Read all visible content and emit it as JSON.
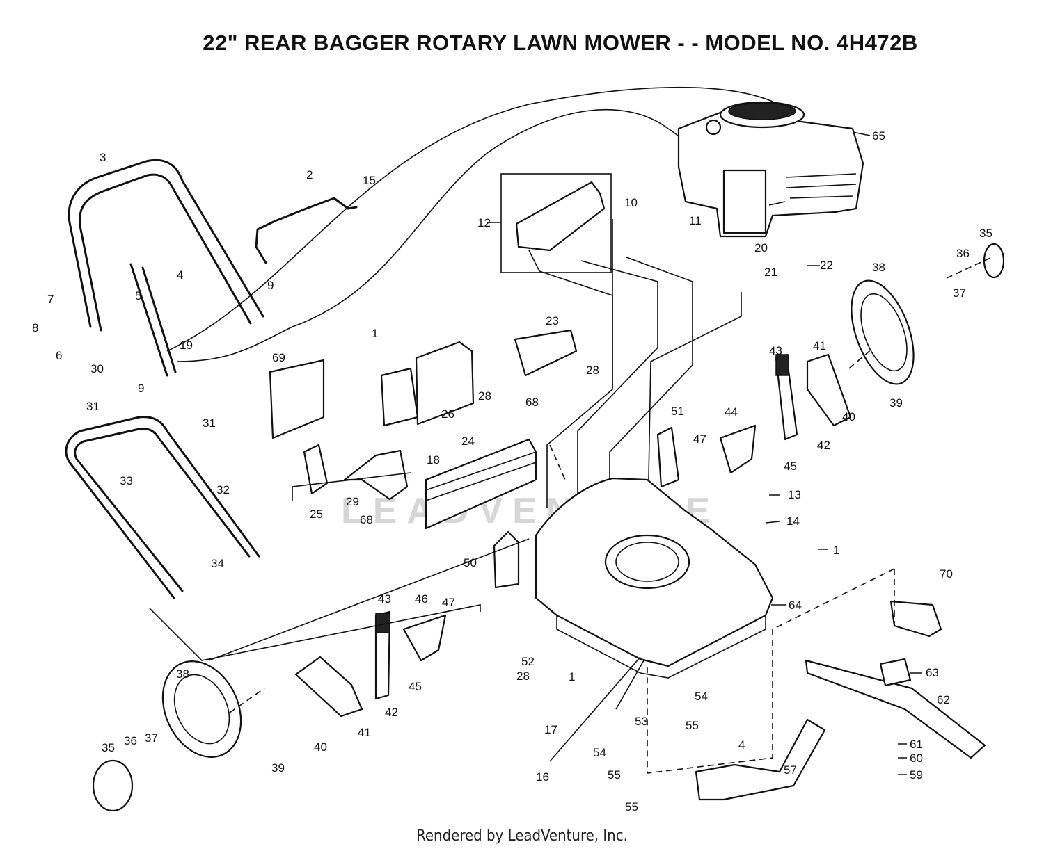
{
  "title": "22\" REAR BAGGER ROTARY LAWN MOWER - - MODEL NO. 4H472B",
  "footer": "Rendered by LeadVenture, Inc.",
  "watermark": "LEADVENTURE",
  "callouts": [
    {
      "id": "c65",
      "label": "65"
    },
    {
      "id": "c3",
      "label": "3"
    },
    {
      "id": "c2",
      "label": "2"
    },
    {
      "id": "c15",
      "label": "15"
    },
    {
      "id": "c10",
      "label": "10"
    },
    {
      "id": "c11",
      "label": "11"
    },
    {
      "id": "c12",
      "label": "12"
    },
    {
      "id": "c35a",
      "label": "35"
    },
    {
      "id": "c20",
      "label": "20"
    },
    {
      "id": "c22",
      "label": "22"
    },
    {
      "id": "c21",
      "label": "21"
    },
    {
      "id": "c36a",
      "label": "36"
    },
    {
      "id": "c38a",
      "label": "38"
    },
    {
      "id": "c37a",
      "label": "37"
    },
    {
      "id": "c4a",
      "label": "4"
    },
    {
      "id": "c9a",
      "label": "9"
    },
    {
      "id": "c5",
      "label": "5"
    },
    {
      "id": "c7",
      "label": "7"
    },
    {
      "id": "c8",
      "label": "8"
    },
    {
      "id": "c6",
      "label": "6"
    },
    {
      "id": "c19",
      "label": "19"
    },
    {
      "id": "c30",
      "label": "30"
    },
    {
      "id": "c9b",
      "label": "9"
    },
    {
      "id": "c23",
      "label": "23"
    },
    {
      "id": "c1a",
      "label": "1"
    },
    {
      "id": "c28a",
      "label": "28"
    },
    {
      "id": "c28b",
      "label": "28"
    },
    {
      "id": "c69",
      "label": "69"
    },
    {
      "id": "c26",
      "label": "26"
    },
    {
      "id": "c43a",
      "label": "43"
    },
    {
      "id": "c41a",
      "label": "41"
    },
    {
      "id": "c39a",
      "label": "39"
    },
    {
      "id": "c40a",
      "label": "40"
    },
    {
      "id": "c31a",
      "label": "31"
    },
    {
      "id": "c31b",
      "label": "31"
    },
    {
      "id": "c68a",
      "label": "68"
    },
    {
      "id": "c51",
      "label": "51"
    },
    {
      "id": "c44",
      "label": "44"
    },
    {
      "id": "c47a",
      "label": "47"
    },
    {
      "id": "c42a",
      "label": "42"
    },
    {
      "id": "c45a",
      "label": "45"
    },
    {
      "id": "c18",
      "label": "18"
    },
    {
      "id": "c24",
      "label": "24"
    },
    {
      "id": "c33",
      "label": "33"
    },
    {
      "id": "c32",
      "label": "32"
    },
    {
      "id": "c13",
      "label": "13"
    },
    {
      "id": "c29",
      "label": "29"
    },
    {
      "id": "c25",
      "label": "25"
    },
    {
      "id": "c14",
      "label": "14"
    },
    {
      "id": "c68b",
      "label": "68"
    },
    {
      "id": "c1b",
      "label": "1"
    },
    {
      "id": "c50",
      "label": "50"
    },
    {
      "id": "c70",
      "label": "70"
    },
    {
      "id": "c34",
      "label": "34"
    },
    {
      "id": "c43b",
      "label": "43"
    },
    {
      "id": "c46",
      "label": "46"
    },
    {
      "id": "c47b",
      "label": "47"
    },
    {
      "id": "c64",
      "label": "64"
    },
    {
      "id": "c38b",
      "label": "38"
    },
    {
      "id": "c52",
      "label": "52"
    },
    {
      "id": "c28c",
      "label": "28"
    },
    {
      "id": "c63",
      "label": "63"
    },
    {
      "id": "c1c",
      "label": "1"
    },
    {
      "id": "c45b",
      "label": "45"
    },
    {
      "id": "c54a",
      "label": "54"
    },
    {
      "id": "c62",
      "label": "62"
    },
    {
      "id": "c42b",
      "label": "42"
    },
    {
      "id": "c41b",
      "label": "41"
    },
    {
      "id": "c17",
      "label": "17"
    },
    {
      "id": "c53",
      "label": "53"
    },
    {
      "id": "c55a",
      "label": "55"
    },
    {
      "id": "c35b",
      "label": "35"
    },
    {
      "id": "c36b",
      "label": "36"
    },
    {
      "id": "c37b",
      "label": "37"
    },
    {
      "id": "c40b",
      "label": "40"
    },
    {
      "id": "c54b",
      "label": "54"
    },
    {
      "id": "c39b",
      "label": "39"
    },
    {
      "id": "c4b",
      "label": "4"
    },
    {
      "id": "c61",
      "label": "61"
    },
    {
      "id": "c60",
      "label": "60"
    },
    {
      "id": "c16",
      "label": "16"
    },
    {
      "id": "c55b",
      "label": "55"
    },
    {
      "id": "c57",
      "label": "57"
    },
    {
      "id": "c59",
      "label": "59"
    },
    {
      "id": "c55c",
      "label": "55"
    }
  ]
}
